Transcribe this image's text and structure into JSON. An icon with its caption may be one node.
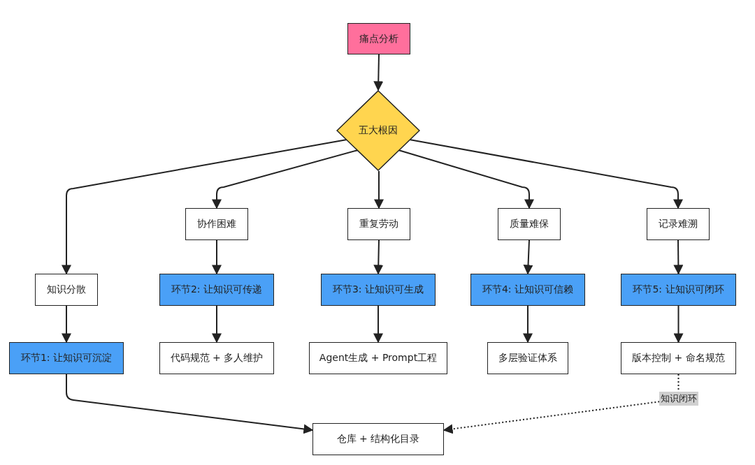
{
  "diagram": {
    "nodes": [
      {
        "text": [
          "痛点分析"
        ]
      },
      {
        "text": [
          "五大根因"
        ]
      },
      {
        "text": [
          "知识分散"
        ]
      },
      {
        "text": [
          "协作困难"
        ]
      },
      {
        "text": [
          "重复劳动"
        ]
      },
      {
        "text": [
          "质量难保"
        ]
      },
      {
        "text": [
          "记录难溯"
        ]
      },
      {
        "text": [
          "环节1: 让知识可沉淀"
        ]
      },
      {
        "text": [
          "环节2: 让知识可传递"
        ]
      },
      {
        "text": [
          "环节3: 让知识可生成"
        ]
      },
      {
        "text": [
          "环节4: 让知识可信赖"
        ]
      },
      {
        "text": [
          "环节5: 让知识可闭环"
        ]
      },
      {
        "text": [
          "代码规范 + 多人维护"
        ]
      },
      {
        "text": [
          "Agent生成 + Prompt工程"
        ]
      },
      {
        "text": [
          "多层验证体系"
        ]
      },
      {
        "text": [
          "版本控制 + 命名规范"
        ]
      },
      {
        "text": [
          "仓库 + 结构化目录"
        ]
      }
    ],
    "edges": [
      {
        "from": 0,
        "to": 1,
        "arrow": "to"
      },
      {
        "from": 1,
        "to": 2,
        "arrow": "to"
      },
      {
        "from": 1,
        "to": 3,
        "arrow": "to"
      },
      {
        "from": 1,
        "to": 4,
        "arrow": "to"
      },
      {
        "from": 1,
        "to": 5,
        "arrow": "to"
      },
      {
        "from": 1,
        "to": 6,
        "arrow": "to"
      },
      {
        "from": 2,
        "to": 7,
        "arrow": "to"
      },
      {
        "from": 3,
        "to": 8,
        "arrow": "to"
      },
      {
        "from": 4,
        "to": 9,
        "arrow": "to"
      },
      {
        "from": 5,
        "to": 10,
        "arrow": "to"
      },
      {
        "from": 6,
        "to": 11,
        "arrow": "to"
      },
      {
        "from": 8,
        "to": 12,
        "arrow": "to"
      },
      {
        "from": 9,
        "to": 13,
        "arrow": "to"
      },
      {
        "from": 10,
        "to": 14,
        "arrow": "to"
      },
      {
        "from": 11,
        "to": 15,
        "arrow": "to"
      },
      {
        "from": 7,
        "to": 16,
        "arrow": "to"
      },
      {
        "from": 15,
        "to": 16,
        "arrow": "to",
        "style": "dashed",
        "label": "知识闭环"
      }
    ]
  }
}
